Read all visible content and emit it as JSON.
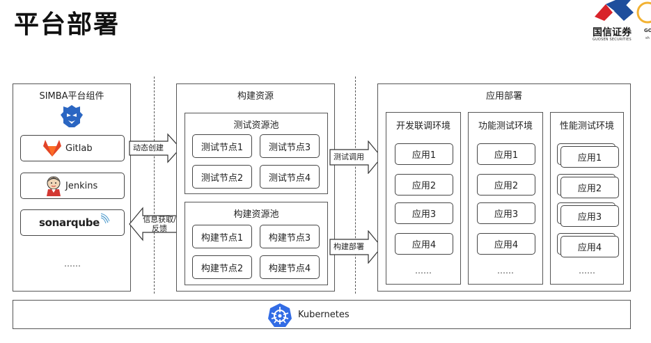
{
  "title": "平台部署",
  "brand": {
    "name": "国信证券",
    "subtitle": "GUOSEN SECURITIES",
    "side_top": "GO",
    "side_bottom": "sh"
  },
  "simba": {
    "label": "SIMBA平台组件",
    "tools": [
      "Gitlab",
      "Jenkins",
      "sonarqube"
    ],
    "more": "……"
  },
  "arrows": {
    "create": "动态创建",
    "feedback_line1": "信息获取/",
    "feedback_line2": "反馈",
    "test_call": "测试调用",
    "build_deploy": "构建部署"
  },
  "build_resources": {
    "label": "构建资源",
    "test_pool": {
      "label": "测试资源池",
      "nodes": [
        "测试节点1",
        "测试节点3",
        "测试节点2",
        "测试节点4"
      ]
    },
    "build_pool": {
      "label": "构建资源池",
      "nodes": [
        "构建节点1",
        "构建节点3",
        "构建节点2",
        "构建节点4"
      ]
    }
  },
  "app_deploy": {
    "label": "应用部署",
    "envs": [
      {
        "label": "开发联调环境",
        "apps": [
          "应用1",
          "应用2",
          "应用3",
          "应用4"
        ],
        "more": "……"
      },
      {
        "label": "功能测试环境",
        "apps": [
          "应用1",
          "应用2",
          "应用3",
          "应用4"
        ],
        "more": "……"
      },
      {
        "label": "性能测试环境",
        "apps": [
          "应用1",
          "应用2",
          "应用3",
          "应用4"
        ],
        "more": "……"
      }
    ]
  },
  "kubernetes": {
    "label": "Kubernetes"
  },
  "colors": {
    "brand_red": "#d8232a",
    "brand_blue": "#1e4e9c",
    "k8s_blue": "#326ce5",
    "gitlab_orange": "#e24329"
  }
}
